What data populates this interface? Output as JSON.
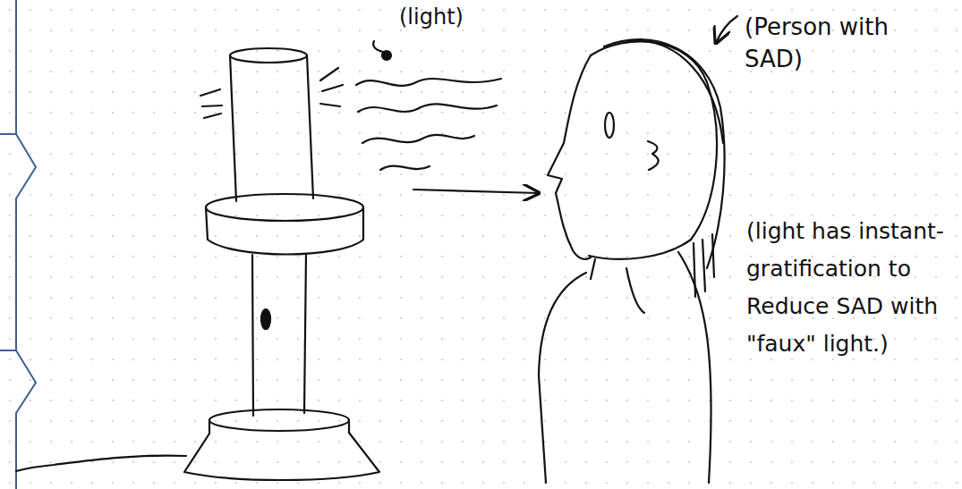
{
  "diagram": {
    "labels": [
      "(light)",
      "(Person with SAD)",
      "(light has instant-gratification to Reduce SAD with \"faux\" light.)"
    ]
  }
}
